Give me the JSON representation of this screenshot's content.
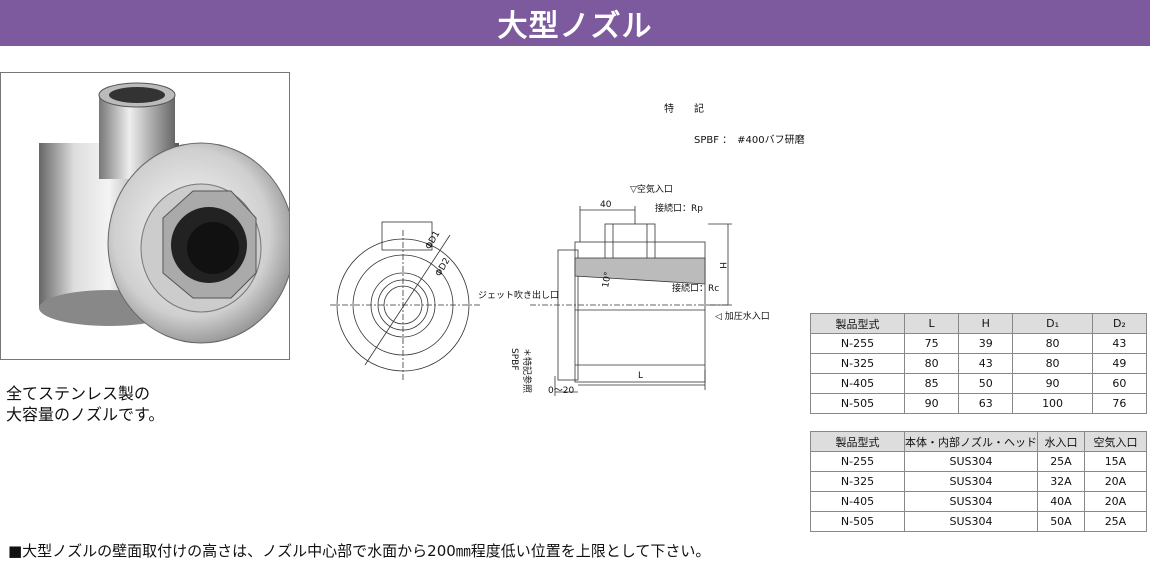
{
  "banner": {
    "title": "大型ノズル"
  },
  "description": {
    "line1": "全てステンレス製の",
    "line2": "大容量のノズルです。"
  },
  "notes": {
    "heading": "特　　記",
    "body": "SPBF ：　#400バフ研磨"
  },
  "drawing": {
    "phi_d1": "ΦD1",
    "phi_d2": "ΦD2",
    "air_inlet": "▽空気入口",
    "dim_40": "40",
    "conn_rp": "接続口：Rp",
    "conn_rc": "接続口：Rc",
    "angle": "10°",
    "h": "H",
    "jet": "ジェット吹き出し口",
    "pressure_inlet": "◁ 加圧水入口",
    "spbf": "SPBF",
    "note_ref": "＊特記参照",
    "dim_0_20": "0～20",
    "l": "L"
  },
  "table1": {
    "headers": [
      "製品型式",
      "L",
      "H",
      "D₁",
      "D₂"
    ],
    "rows": [
      [
        "N-255",
        "75",
        "39",
        "80",
        "43"
      ],
      [
        "N-325",
        "80",
        "43",
        "80",
        "49"
      ],
      [
        "N-405",
        "85",
        "50",
        "90",
        "60"
      ],
      [
        "N-505",
        "90",
        "63",
        "100",
        "76"
      ]
    ]
  },
  "table2": {
    "headers": [
      "製品型式",
      "本体・内部ノズル・ヘッド",
      "水入口",
      "空気入口"
    ],
    "rows": [
      [
        "N-255",
        "SUS304",
        "25A",
        "15A"
      ],
      [
        "N-325",
        "SUS304",
        "32A",
        "20A"
      ],
      [
        "N-405",
        "SUS304",
        "40A",
        "20A"
      ],
      [
        "N-505",
        "SUS304",
        "50A",
        "25A"
      ]
    ]
  },
  "footer": {
    "text": "■大型ノズルの壁面取付けの高さは、ノズル中心部で水面から200㎜程度低い位置を上限として下さい。"
  },
  "colors": {
    "banner": "#7d5a9e",
    "header_cell": "#dddddd"
  }
}
